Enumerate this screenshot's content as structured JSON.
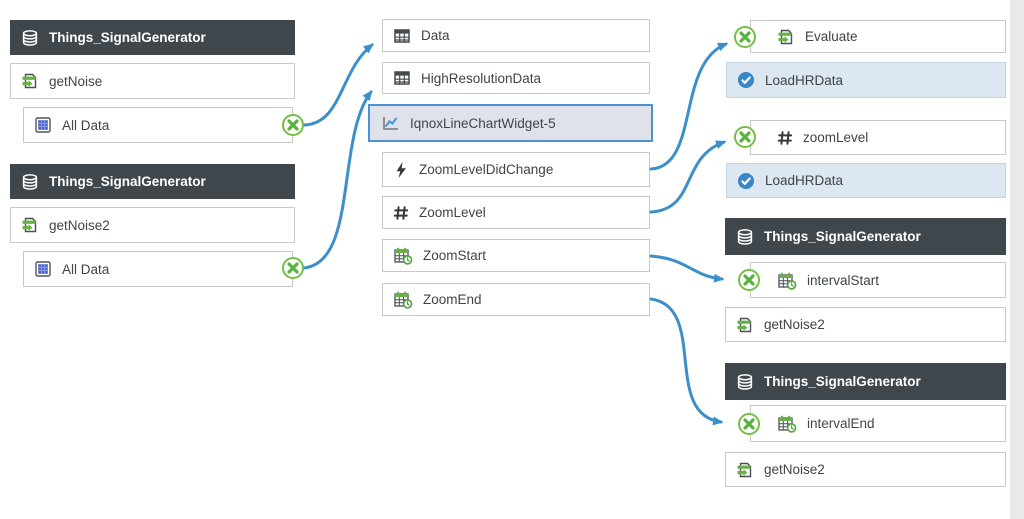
{
  "colors": {
    "arrow_blue": "#3d8fc9",
    "binding_green": "#67b845",
    "header_bg": "#40474c",
    "selected_border": "#4e92d2",
    "selected_bg": "#dfe3e9",
    "handler_bg": "#dce7f2",
    "handler_icon_blue": "#3886c6",
    "text": "#3f4449"
  },
  "icons": {
    "entity": "database-icon",
    "service": "service-icon",
    "all_data": "infotable-icon",
    "table": "table-icon",
    "widget": "line-chart-icon",
    "event": "lightning-icon",
    "number": "hash-icon",
    "datetime": "calendar-clock-icon",
    "handler": "check-circle-icon",
    "remove_binding": "x-circle-icon"
  },
  "left_panel": {
    "group1": {
      "entity": "Things_SignalGenerator",
      "service": "getNoise",
      "source": "All Data"
    },
    "group2": {
      "entity": "Things_SignalGenerator",
      "service": "getNoise2",
      "source": "All Data"
    }
  },
  "widget_panel": {
    "data_property": "Data",
    "hr_property": "HighResolutionData",
    "widget_name": "IqnoxLineChartWidget-5",
    "event": "ZoomLevelDidChange",
    "zoom_level": "ZoomLevel",
    "zoom_start": "ZoomStart",
    "zoom_end": "ZoomEnd"
  },
  "right_panel": {
    "evaluate": {
      "service": "Evaluate",
      "handler": "LoadHRData"
    },
    "zoom_level": {
      "param": "zoomLevel",
      "handler": "LoadHRData"
    },
    "interval_start": {
      "entity": "Things_SignalGenerator",
      "param": "intervalStart",
      "service": "getNoise2"
    },
    "interval_end": {
      "entity": "Things_SignalGenerator",
      "param": "intervalEnd",
      "service": "getNoise2"
    }
  }
}
